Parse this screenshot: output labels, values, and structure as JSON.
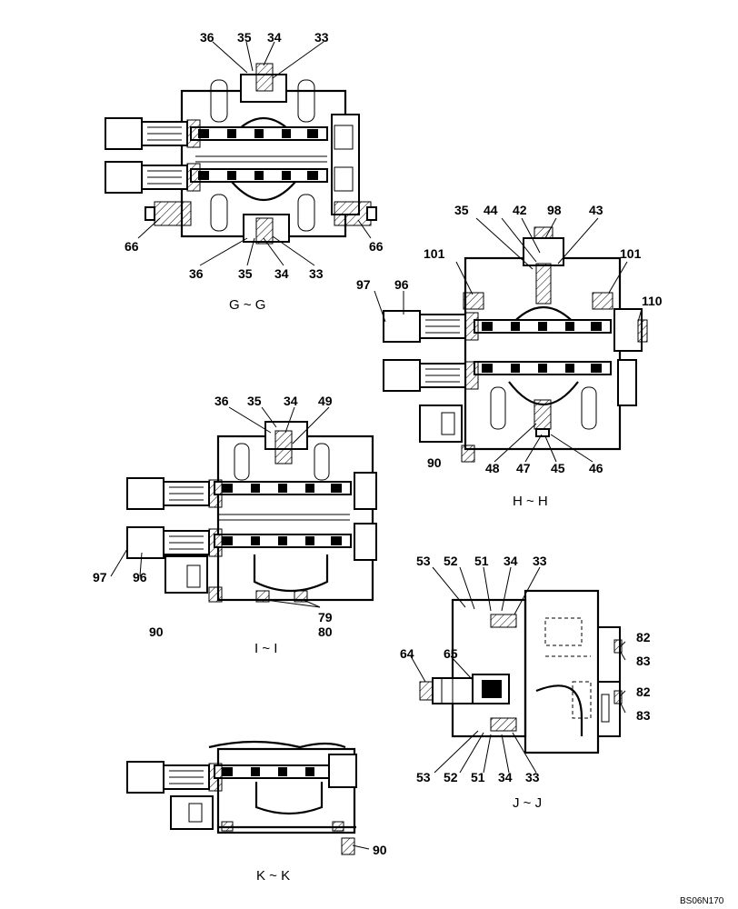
{
  "drawing_code": "BS06N170",
  "views": [
    {
      "id": "gg",
      "title": "G ~ G",
      "labels": [
        "36",
        "35",
        "34",
        "33",
        "66",
        "66",
        "36",
        "35",
        "34",
        "33"
      ]
    },
    {
      "id": "hh",
      "title": "H ~ H",
      "labels": [
        "35",
        "44",
        "42",
        "98",
        "43",
        "101",
        "101",
        "97",
        "96",
        "110",
        "90",
        "48",
        "47",
        "45",
        "46"
      ]
    },
    {
      "id": "ii",
      "title": "I ~ I",
      "labels": [
        "36",
        "35",
        "34",
        "49",
        "97",
        "96",
        "90",
        "79",
        "80"
      ]
    },
    {
      "id": "jj",
      "title": "J ~ J",
      "labels": [
        "53",
        "52",
        "51",
        "34",
        "33",
        "82",
        "83",
        "64",
        "65",
        "82",
        "83",
        "53",
        "52",
        "51",
        "34",
        "33"
      ]
    },
    {
      "id": "kk",
      "title": "K ~ K",
      "labels": [
        "90"
      ]
    }
  ]
}
